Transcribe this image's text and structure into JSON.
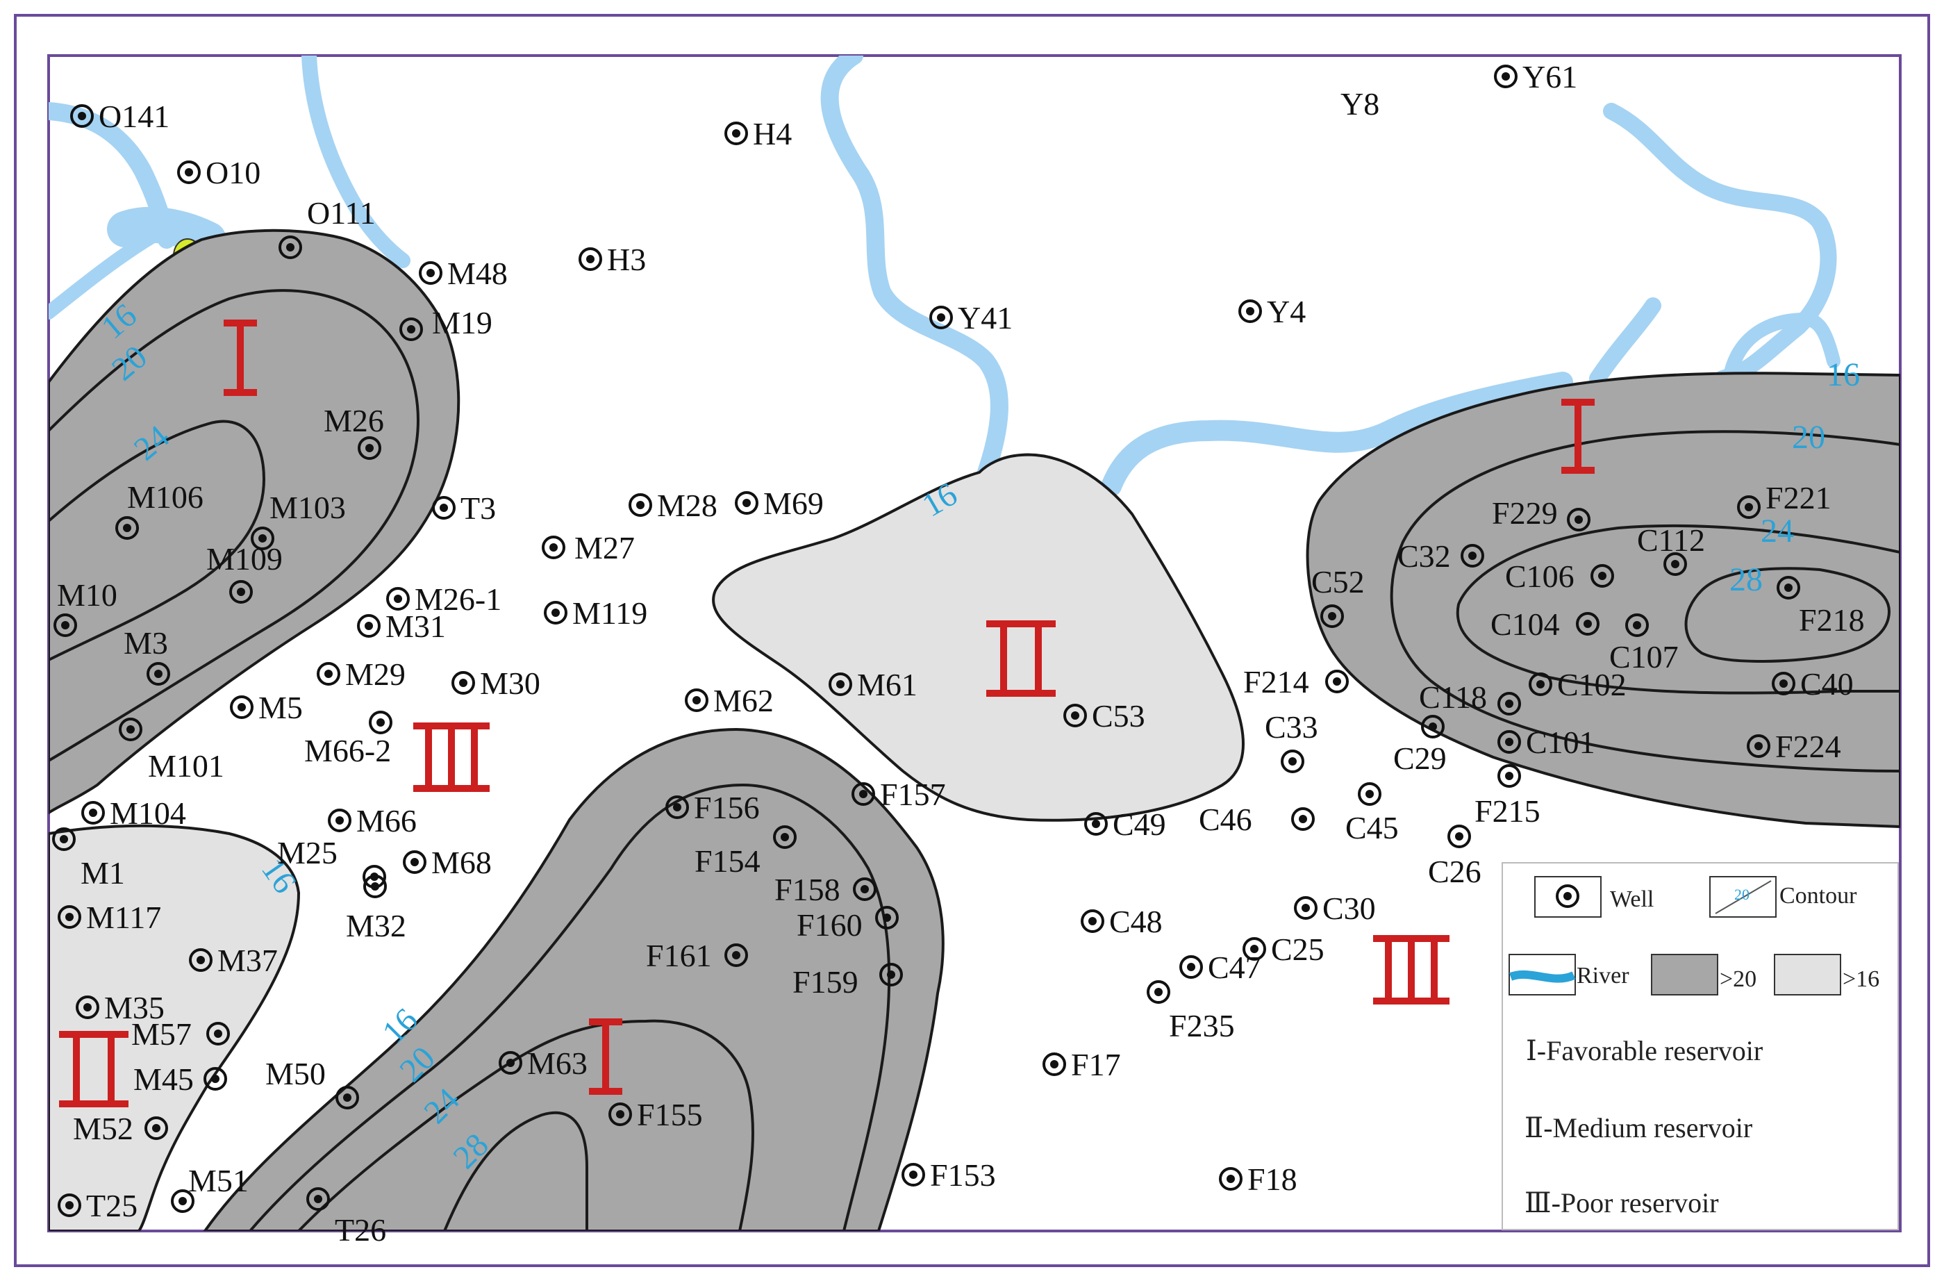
{
  "colors": {
    "outer_border": "#6a4a9a",
    "river": "#a5d3f3",
    "zone_gt20": "#a7a7a7",
    "zone_gt16": "#e2e2e2",
    "contour_line": "#1a1a1a",
    "contour_label": "#2aa3d8",
    "numeral": "#cc1f1f",
    "small_patch": "#d6ea2c"
  },
  "wells": [
    {
      "name": "O141"
    },
    {
      "name": "O10"
    },
    {
      "name": "O111"
    },
    {
      "name": "M48"
    },
    {
      "name": "H3"
    },
    {
      "name": "H4"
    },
    {
      "name": "M19"
    },
    {
      "name": "Y41"
    },
    {
      "name": "Y4"
    },
    {
      "name": "Y61"
    },
    {
      "name": "M26"
    },
    {
      "name": "T3"
    },
    {
      "name": "M28"
    },
    {
      "name": "M69"
    },
    {
      "name": "M27"
    },
    {
      "name": "M106"
    },
    {
      "name": "M103"
    },
    {
      "name": "M109"
    },
    {
      "name": "M26-1"
    },
    {
      "name": "M119"
    },
    {
      "name": "M10"
    },
    {
      "name": "M31"
    },
    {
      "name": "M3"
    },
    {
      "name": "M29"
    },
    {
      "name": "M30"
    },
    {
      "name": "M5"
    },
    {
      "name": "M62"
    },
    {
      "name": "M61"
    },
    {
      "name": "C53"
    },
    {
      "name": "M66-2"
    },
    {
      "name": "M101"
    },
    {
      "name": "F157"
    },
    {
      "name": "M104"
    },
    {
      "name": "M66"
    },
    {
      "name": "F156"
    },
    {
      "name": "F154"
    },
    {
      "name": "C49"
    },
    {
      "name": "M1"
    },
    {
      "name": "M68"
    },
    {
      "name": "M25"
    },
    {
      "name": "M32"
    },
    {
      "name": "M117"
    },
    {
      "name": "F158"
    },
    {
      "name": "F160"
    },
    {
      "name": "M37"
    },
    {
      "name": "F161"
    },
    {
      "name": "F159"
    },
    {
      "name": "C48"
    },
    {
      "name": "M35"
    },
    {
      "name": "M57"
    },
    {
      "name": "M45"
    },
    {
      "name": "M50"
    },
    {
      "name": "M63"
    },
    {
      "name": "M52"
    },
    {
      "name": "F155"
    },
    {
      "name": "F17"
    },
    {
      "name": "M51"
    },
    {
      "name": "T25"
    },
    {
      "name": "T26"
    },
    {
      "name": "F153"
    },
    {
      "name": "F18"
    },
    {
      "name": "F229"
    },
    {
      "name": "F221"
    },
    {
      "name": "C32"
    },
    {
      "name": "C112"
    },
    {
      "name": "C106"
    },
    {
      "name": "C52"
    },
    {
      "name": "F218"
    },
    {
      "name": "C104"
    },
    {
      "name": "C107"
    },
    {
      "name": "F214"
    },
    {
      "name": "C118"
    },
    {
      "name": "C102"
    },
    {
      "name": "C40"
    },
    {
      "name": "C33"
    },
    {
      "name": "C29"
    },
    {
      "name": "C101"
    },
    {
      "name": "F224"
    },
    {
      "name": "F215"
    },
    {
      "name": "C46"
    },
    {
      "name": "C45"
    },
    {
      "name": "C26"
    },
    {
      "name": "C30"
    },
    {
      "name": "C25"
    },
    {
      "name": "C47"
    },
    {
      "name": "F235"
    }
  ],
  "unmarked_labels": [
    {
      "text": "Y8"
    }
  ],
  "contour_labels": [
    {
      "text": "16"
    },
    {
      "text": "20"
    },
    {
      "text": "24"
    },
    {
      "text": "16"
    },
    {
      "text": "16"
    },
    {
      "text": "20"
    },
    {
      "text": "24"
    },
    {
      "text": "28"
    },
    {
      "text": "16"
    },
    {
      "text": "16"
    },
    {
      "text": "20"
    },
    {
      "text": "24"
    },
    {
      "text": "28"
    }
  ],
  "reservoir_numerals": [
    {
      "class": "I"
    },
    {
      "class": "I"
    },
    {
      "class": "I"
    },
    {
      "class": "II"
    },
    {
      "class": "II"
    },
    {
      "class": "III"
    },
    {
      "class": "III"
    }
  ],
  "legend": {
    "well": "Well",
    "contour": "Contour",
    "contour_sample": "20",
    "river": "River",
    "gt20": ">20",
    "gt16": ">16",
    "favorable": "Ⅰ-Favorable reservoir",
    "medium": "Ⅱ-Medium reservoir",
    "poor": "Ⅲ-Poor reservoir"
  }
}
